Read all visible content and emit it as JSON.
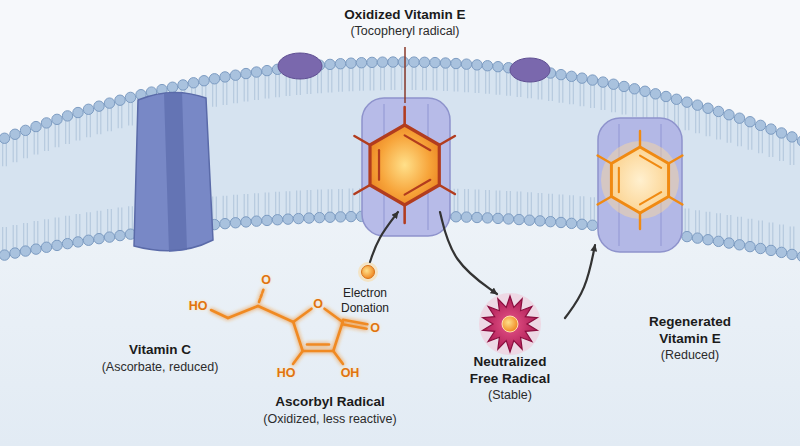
{
  "diagram": {
    "nodes": [
      {
        "text": [
          "Oxidized Vitamin E",
          "(Tocopheryl radical)"
        ]
      },
      {
        "text": [
          "Vitamin C",
          "(Ascorbate, reduced)",
          "Ascorbyl Radical",
          "(Oxidized, less reactive)"
        ]
      },
      {
        "text": [
          "Neutralized Free Radical",
          "(Stable)"
        ]
      },
      {
        "text": [
          "Regenerated Vitamin E",
          "(Reduced)"
        ]
      }
    ],
    "edges": [
      {
        "from": 1,
        "to": 0,
        "arrow": "to",
        "label": "Electron Donation"
      },
      {
        "from": 0,
        "to": 2,
        "arrow": "to"
      },
      {
        "from": 2,
        "to": 3,
        "arrow": "to"
      }
    ],
    "labels": [
      "HO",
      "O",
      "O",
      "O",
      "HO",
      "OH"
    ]
  }
}
